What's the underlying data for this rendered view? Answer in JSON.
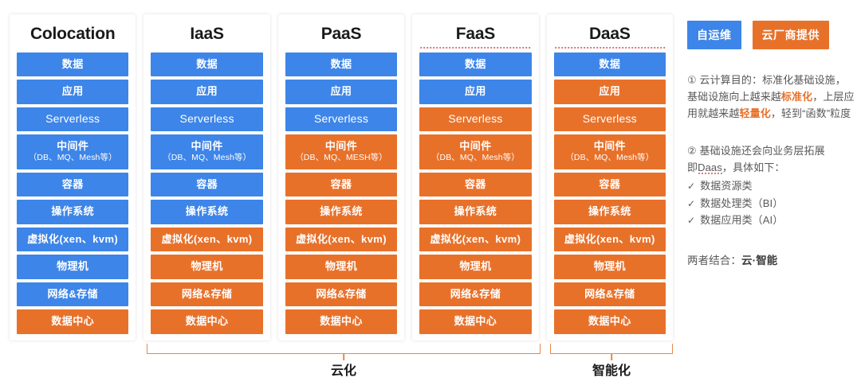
{
  "colors": {
    "blue": "#3d85e8",
    "orange": "#e8712a",
    "bracket": "#e8884a",
    "text": "#59595b",
    "title": "#1a1a1a"
  },
  "legend": {
    "self_managed": "自运维",
    "cloud_provided": "云厂商提供"
  },
  "columns": [
    {
      "title": "Colocation",
      "rows": [
        {
          "l1": "数据",
          "l2": "",
          "color": "blue",
          "latin": false
        },
        {
          "l1": "应用",
          "l2": "",
          "color": "blue",
          "latin": false
        },
        {
          "l1": "Serverless",
          "l2": "",
          "color": "blue",
          "latin": true
        },
        {
          "l1": "中间件",
          "l2": "（DB、MQ、Mesh等）",
          "color": "blue",
          "latin": false
        },
        {
          "l1": "容器",
          "l2": "",
          "color": "blue",
          "latin": false
        },
        {
          "l1": "操作系统",
          "l2": "",
          "color": "blue",
          "latin": false
        },
        {
          "l1": "虚拟化(xen、kvm)",
          "l2": "",
          "color": "blue",
          "latin": false
        },
        {
          "l1": "物理机",
          "l2": "",
          "color": "blue",
          "latin": false
        },
        {
          "l1": "网络&存储",
          "l2": "",
          "color": "blue",
          "latin": false
        },
        {
          "l1": "数据中心",
          "l2": "",
          "color": "orange",
          "latin": false
        }
      ]
    },
    {
      "title": "IaaS",
      "rows": [
        {
          "l1": "数据",
          "l2": "",
          "color": "blue",
          "latin": false
        },
        {
          "l1": "应用",
          "l2": "",
          "color": "blue",
          "latin": false
        },
        {
          "l1": "Serverless",
          "l2": "",
          "color": "blue",
          "latin": true
        },
        {
          "l1": "中间件",
          "l2": "（DB、MQ、Mesh等）",
          "color": "blue",
          "latin": false
        },
        {
          "l1": "容器",
          "l2": "",
          "color": "blue",
          "latin": false
        },
        {
          "l1": "操作系统",
          "l2": "",
          "color": "blue",
          "latin": false
        },
        {
          "l1": "虚拟化(xen、kvm)",
          "l2": "",
          "color": "orange",
          "latin": false
        },
        {
          "l1": "物理机",
          "l2": "",
          "color": "orange",
          "latin": false
        },
        {
          "l1": "网络&存储",
          "l2": "",
          "color": "orange",
          "latin": false
        },
        {
          "l1": "数据中心",
          "l2": "",
          "color": "orange",
          "latin": false
        }
      ]
    },
    {
      "title": "PaaS",
      "rows": [
        {
          "l1": "数据",
          "l2": "",
          "color": "blue",
          "latin": false
        },
        {
          "l1": "应用",
          "l2": "",
          "color": "blue",
          "latin": false
        },
        {
          "l1": "Serverless",
          "l2": "",
          "color": "blue",
          "latin": true
        },
        {
          "l1": "中间件",
          "l2": "（DB、MQ、MESH等）",
          "color": "orange",
          "latin": false
        },
        {
          "l1": "容器",
          "l2": "",
          "color": "orange",
          "latin": false
        },
        {
          "l1": "操作系统",
          "l2": "",
          "color": "orange",
          "latin": false
        },
        {
          "l1": "虚拟化(xen、kvm)",
          "l2": "",
          "color": "orange",
          "latin": false
        },
        {
          "l1": "物理机",
          "l2": "",
          "color": "orange",
          "latin": false
        },
        {
          "l1": "网络&存储",
          "l2": "",
          "color": "orange",
          "latin": false
        },
        {
          "l1": "数据中心",
          "l2": "",
          "color": "orange",
          "latin": false
        }
      ]
    },
    {
      "title": "FaaS",
      "squiggle": true,
      "rows": [
        {
          "l1": "数据",
          "l2": "",
          "color": "blue",
          "latin": false
        },
        {
          "l1": "应用",
          "l2": "",
          "color": "blue",
          "latin": false
        },
        {
          "l1": "Serverless",
          "l2": "",
          "color": "orange",
          "latin": true
        },
        {
          "l1": "中间件",
          "l2": "（DB、MQ、Mesh等）",
          "color": "orange",
          "latin": false
        },
        {
          "l1": "容器",
          "l2": "",
          "color": "orange",
          "latin": false
        },
        {
          "l1": "操作系统",
          "l2": "",
          "color": "orange",
          "latin": false
        },
        {
          "l1": "虚拟化(xen、kvm)",
          "l2": "",
          "color": "orange",
          "latin": false
        },
        {
          "l1": "物理机",
          "l2": "",
          "color": "orange",
          "latin": false
        },
        {
          "l1": "网络&存储",
          "l2": "",
          "color": "orange",
          "latin": false
        },
        {
          "l1": "数据中心",
          "l2": "",
          "color": "orange",
          "latin": false
        }
      ]
    },
    {
      "title": "DaaS",
      "squiggle": true,
      "rows": [
        {
          "l1": "数据",
          "l2": "",
          "color": "blue",
          "latin": false
        },
        {
          "l1": "应用",
          "l2": "",
          "color": "orange",
          "latin": false
        },
        {
          "l1": "Serverless",
          "l2": "",
          "color": "orange",
          "latin": true
        },
        {
          "l1": "中间件",
          "l2": "（DB、MQ、Mesh等）",
          "color": "orange",
          "latin": false
        },
        {
          "l1": "容器",
          "l2": "",
          "color": "orange",
          "latin": false
        },
        {
          "l1": "操作系统",
          "l2": "",
          "color": "orange",
          "latin": false
        },
        {
          "l1": "虚拟化(xen、kvm)",
          "l2": "",
          "color": "orange",
          "latin": false
        },
        {
          "l1": "物理机",
          "l2": "",
          "color": "orange",
          "latin": false
        },
        {
          "l1": "网络&存储",
          "l2": "",
          "color": "orange",
          "latin": false
        },
        {
          "l1": "数据中心",
          "l2": "",
          "color": "orange",
          "latin": false
        }
      ]
    }
  ],
  "brackets": [
    {
      "label": "云化"
    },
    {
      "label": "智能化"
    }
  ],
  "notes": {
    "note1": {
      "marker": "①",
      "part1": " 云计算目的：标准化基础设施，基础设施向上越来越",
      "hl1": "标准化",
      "part2": "，上层应用就越来越",
      "hl2": "轻量化",
      "part3": "，轻到“函数”粒度"
    },
    "note2": {
      "marker": "②",
      "line1": " 基础设施还会向业务层拓展",
      "line2_pre": "即",
      "line2_term": "Daas",
      "line2_post": "，具体如下：",
      "check_mark": "✓",
      "items": [
        "数据资源类",
        "数据处理类（BI）",
        "数据应用类（AI）"
      ]
    },
    "combine_prefix": "两者结合：",
    "combine_value": "云·智能"
  }
}
